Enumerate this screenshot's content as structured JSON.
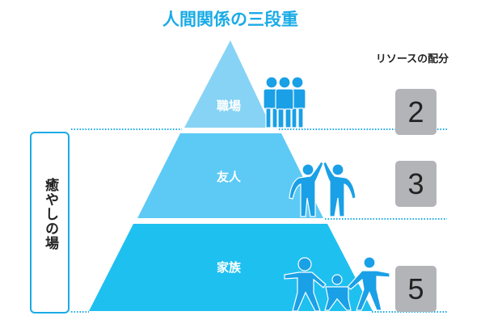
{
  "title": "人間関係の三段重",
  "resource_heading": "リソースの配分",
  "side_label": "癒やしの場",
  "tiers": [
    {
      "label": "職場",
      "resource": "2",
      "color": "#87d3f5",
      "icon": "business-people-icon"
    },
    {
      "label": "友人",
      "resource": "3",
      "color": "#5ccaf5",
      "icon": "high-five-friends-icon"
    },
    {
      "label": "家族",
      "resource": "5",
      "color": "#1ec0f0",
      "icon": "family-holding-hands-icon"
    }
  ],
  "colors": {
    "accent": "#1aabe6",
    "figure": "#1aa0e6",
    "box": "#b3b4b7"
  }
}
